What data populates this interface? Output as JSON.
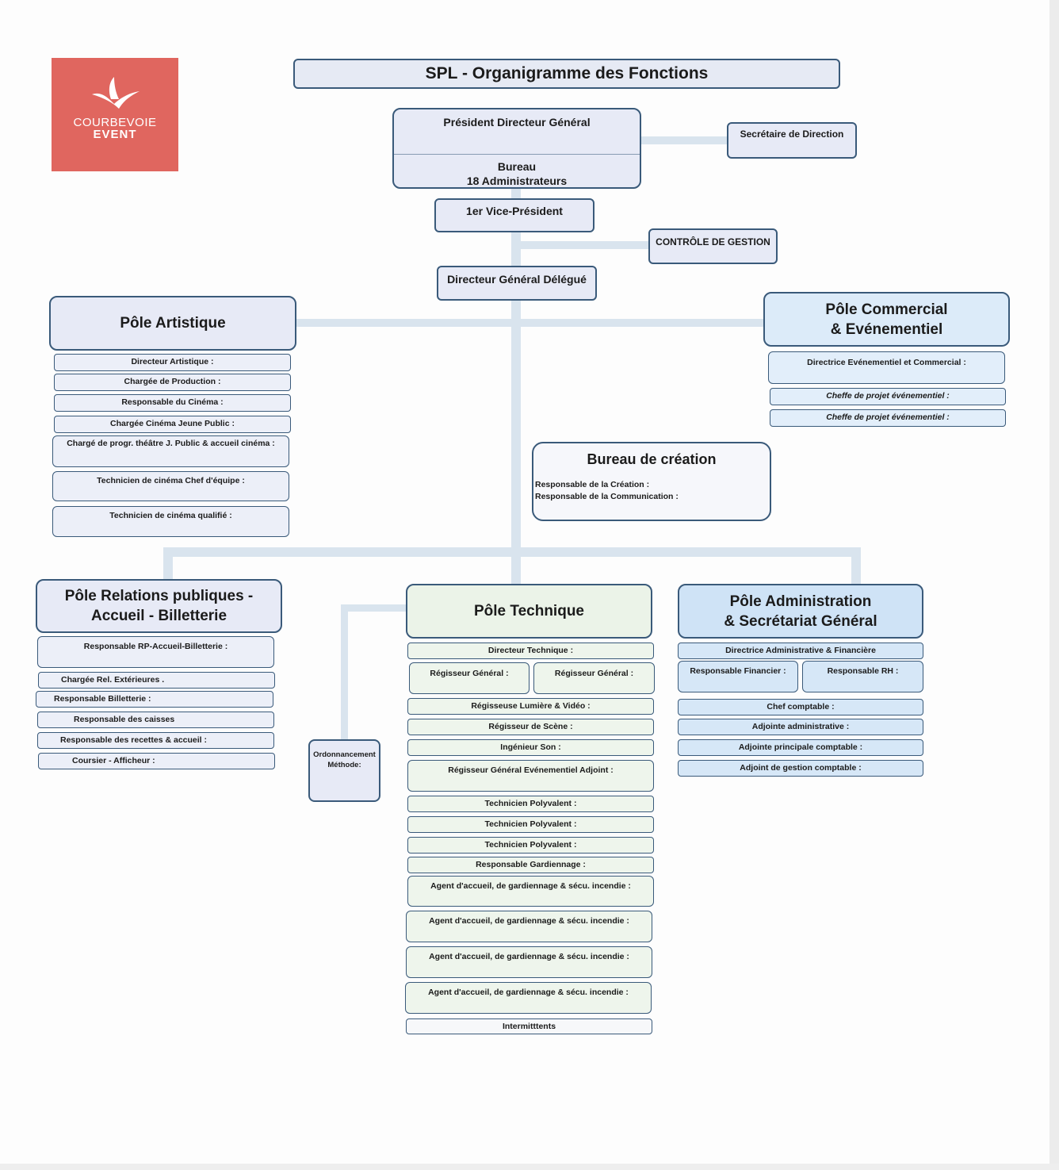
{
  "title": "SPL - Organigramme des Fonctions",
  "logo": {
    "line1": "COURBEVOIE",
    "line2": "EVENT"
  },
  "president": {
    "label": "Président Directeur Général",
    "bureau": "Bureau",
    "administrateurs": "18 Administrateurs"
  },
  "secretaire": "Secrétaire de Direction",
  "vice_president": "1er Vice-Président",
  "controle": "CONTRÔLE DE GESTION",
  "dgd": "Directeur Général Délégué",
  "pole_artistique": {
    "title": "Pôle Artistique",
    "items": [
      "Directeur Artistique :",
      "Chargée de Production :",
      "Responsable du Cinéma :",
      "Chargée Cinéma Jeune Public :",
      "Chargé de progr. théâtre J. Public & accueil cinéma :",
      "Technicien de cinéma Chef d'équipe :",
      "Technicien de cinéma qualifié :"
    ]
  },
  "pole_commercial": {
    "title_line1": "Pôle Commercial",
    "title_line2": "& Evénementiel",
    "items": [
      "Directrice Evénementiel et Commercial :",
      "Cheffe de projet événementiel :",
      "Cheffe de projet événementiel :"
    ]
  },
  "bureau_creation": {
    "title": "Bureau de création",
    "items": [
      "Responsable de la Création :",
      "Responsable de la Communication :"
    ]
  },
  "pole_rp": {
    "title_line1": "Pôle Relations publiques -",
    "title_line2": "Accueil - Billetterie",
    "items": [
      "Responsable RP-Accueil-Billetterie :",
      "Chargée Rel. Extérieures .",
      "Responsable Billetterie :",
      "Responsable des caisses",
      "Responsable des recettes & accueil :",
      "Coursier - Afficheur :"
    ]
  },
  "ordonnancement": {
    "line1": "Ordonnancement",
    "line2": "Méthode:"
  },
  "pole_technique": {
    "title": "Pôle Technique",
    "directeur": "Directeur Technique :",
    "regisseur_a": "Régisseur Général :",
    "regisseur_b": "Régisseur Général :",
    "items": [
      "Régisseuse Lumière & Vidéo :",
      "Régisseur de Scène :",
      "Ingénieur Son :",
      "Régisseur Général Evénementiel Adjoint :",
      "Technicien Polyvalent :",
      "Technicien Polyvalent :",
      "Technicien Polyvalent :",
      "Responsable Gardiennage :",
      "Agent d'accueil, de gardiennage & sécu. incendie :",
      "Agent d'accueil, de gardiennage & sécu. incendie :",
      "Agent d'accueil, de gardiennage & sécu. incendie :",
      "Agent d'accueil, de gardiennage & sécu. incendie :",
      "Intermitttents"
    ]
  },
  "pole_admin": {
    "title_line1": "Pôle Administration",
    "title_line2": "& Secrétariat Général",
    "directrice": "Directrice Administrative & Financière",
    "financier": "Responsable Financier :",
    "rh": "Responsable RH :",
    "items": [
      "Chef comptable :",
      "Adjointe administrative :",
      "Adjointe principale comptable :",
      "Adjoint de gestion comptable :"
    ]
  },
  "colors": {
    "border": "#3a5a7a",
    "connector": "#d9e4ee",
    "logo": "#e0665f"
  }
}
